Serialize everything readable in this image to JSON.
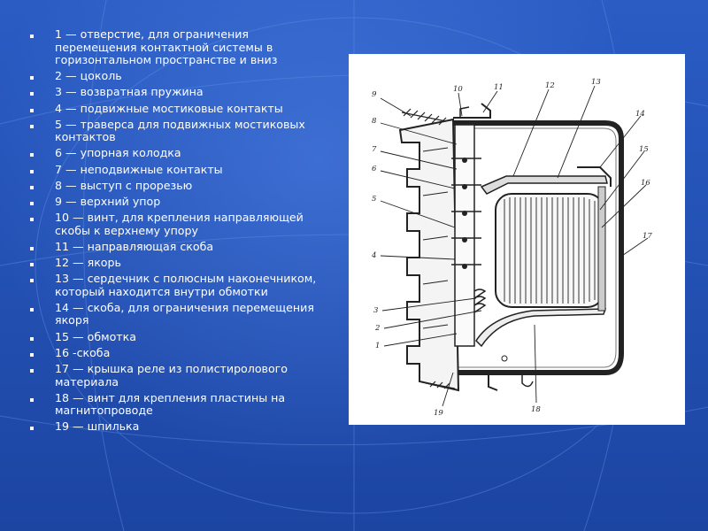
{
  "legend": [
    "1 — отверстие, для ограничения перемещения контактной системы в горизонтальном пространстве и вниз",
    "2 — цоколь",
    "3 — возвратная пружина",
    "4 — подвижные мостиковые контакты",
    "5 — траверса для подвижных мостиковых контактов",
    "6 — упорная колодка",
    "7 — неподвижные контакты",
    "8 — выступ с прорезью",
    "9 — верхний упор",
    "10 — винт, для крепления направляющей скобы к верхнему упору",
    "11 — направляющая скоба",
    "12 — якорь",
    "13 — сердечник с полюсным наконечником, который находится внутри обмотки",
    "14 — скоба, для ограничения перемещения якоря",
    "15 — обмотка",
    "16 -скоба",
    "17 — крышка реле из полистиролового материала",
    "18 — винт для крепления пластины на магнитопроводе",
    "19 — шпилька"
  ],
  "diagram": {
    "callouts": [
      "9",
      "10",
      "11",
      "12",
      "13",
      "8",
      "7",
      "6",
      "5",
      "4",
      "3",
      "2",
      "1",
      "14",
      "15",
      "16",
      "17",
      "18",
      "19"
    ]
  },
  "colors": {
    "background": "#2350b0",
    "text": "#ffffff",
    "panel": "#ffffff"
  }
}
